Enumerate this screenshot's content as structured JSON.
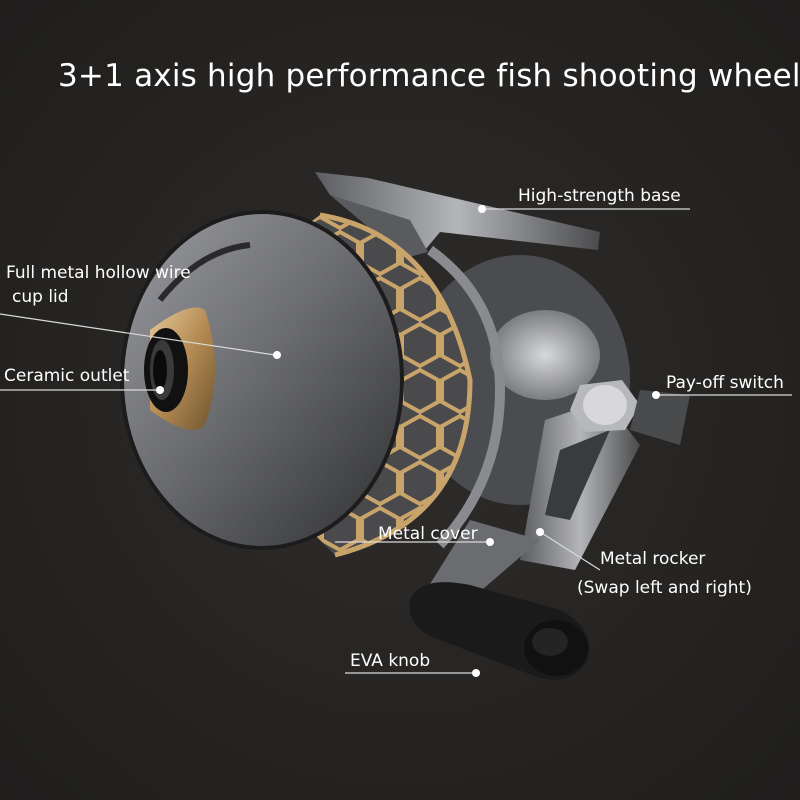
{
  "title": "3+1 axis high performance fish shooting wheel",
  "callouts": {
    "base": "High-strength base",
    "cup_lid_1": "Full metal hollow wire",
    "cup_lid_2": "cup lid",
    "ceramic": "Ceramic outlet",
    "payoff": "Pay-off switch",
    "cover": "Metal cover",
    "rocker_1": "Metal rocker",
    "rocker_2": "(Swap left and right)",
    "knob": "EVA knob"
  },
  "colors": {
    "background": "#262524",
    "gold": "#c9a46a",
    "metal": "#8a8b8f"
  }
}
